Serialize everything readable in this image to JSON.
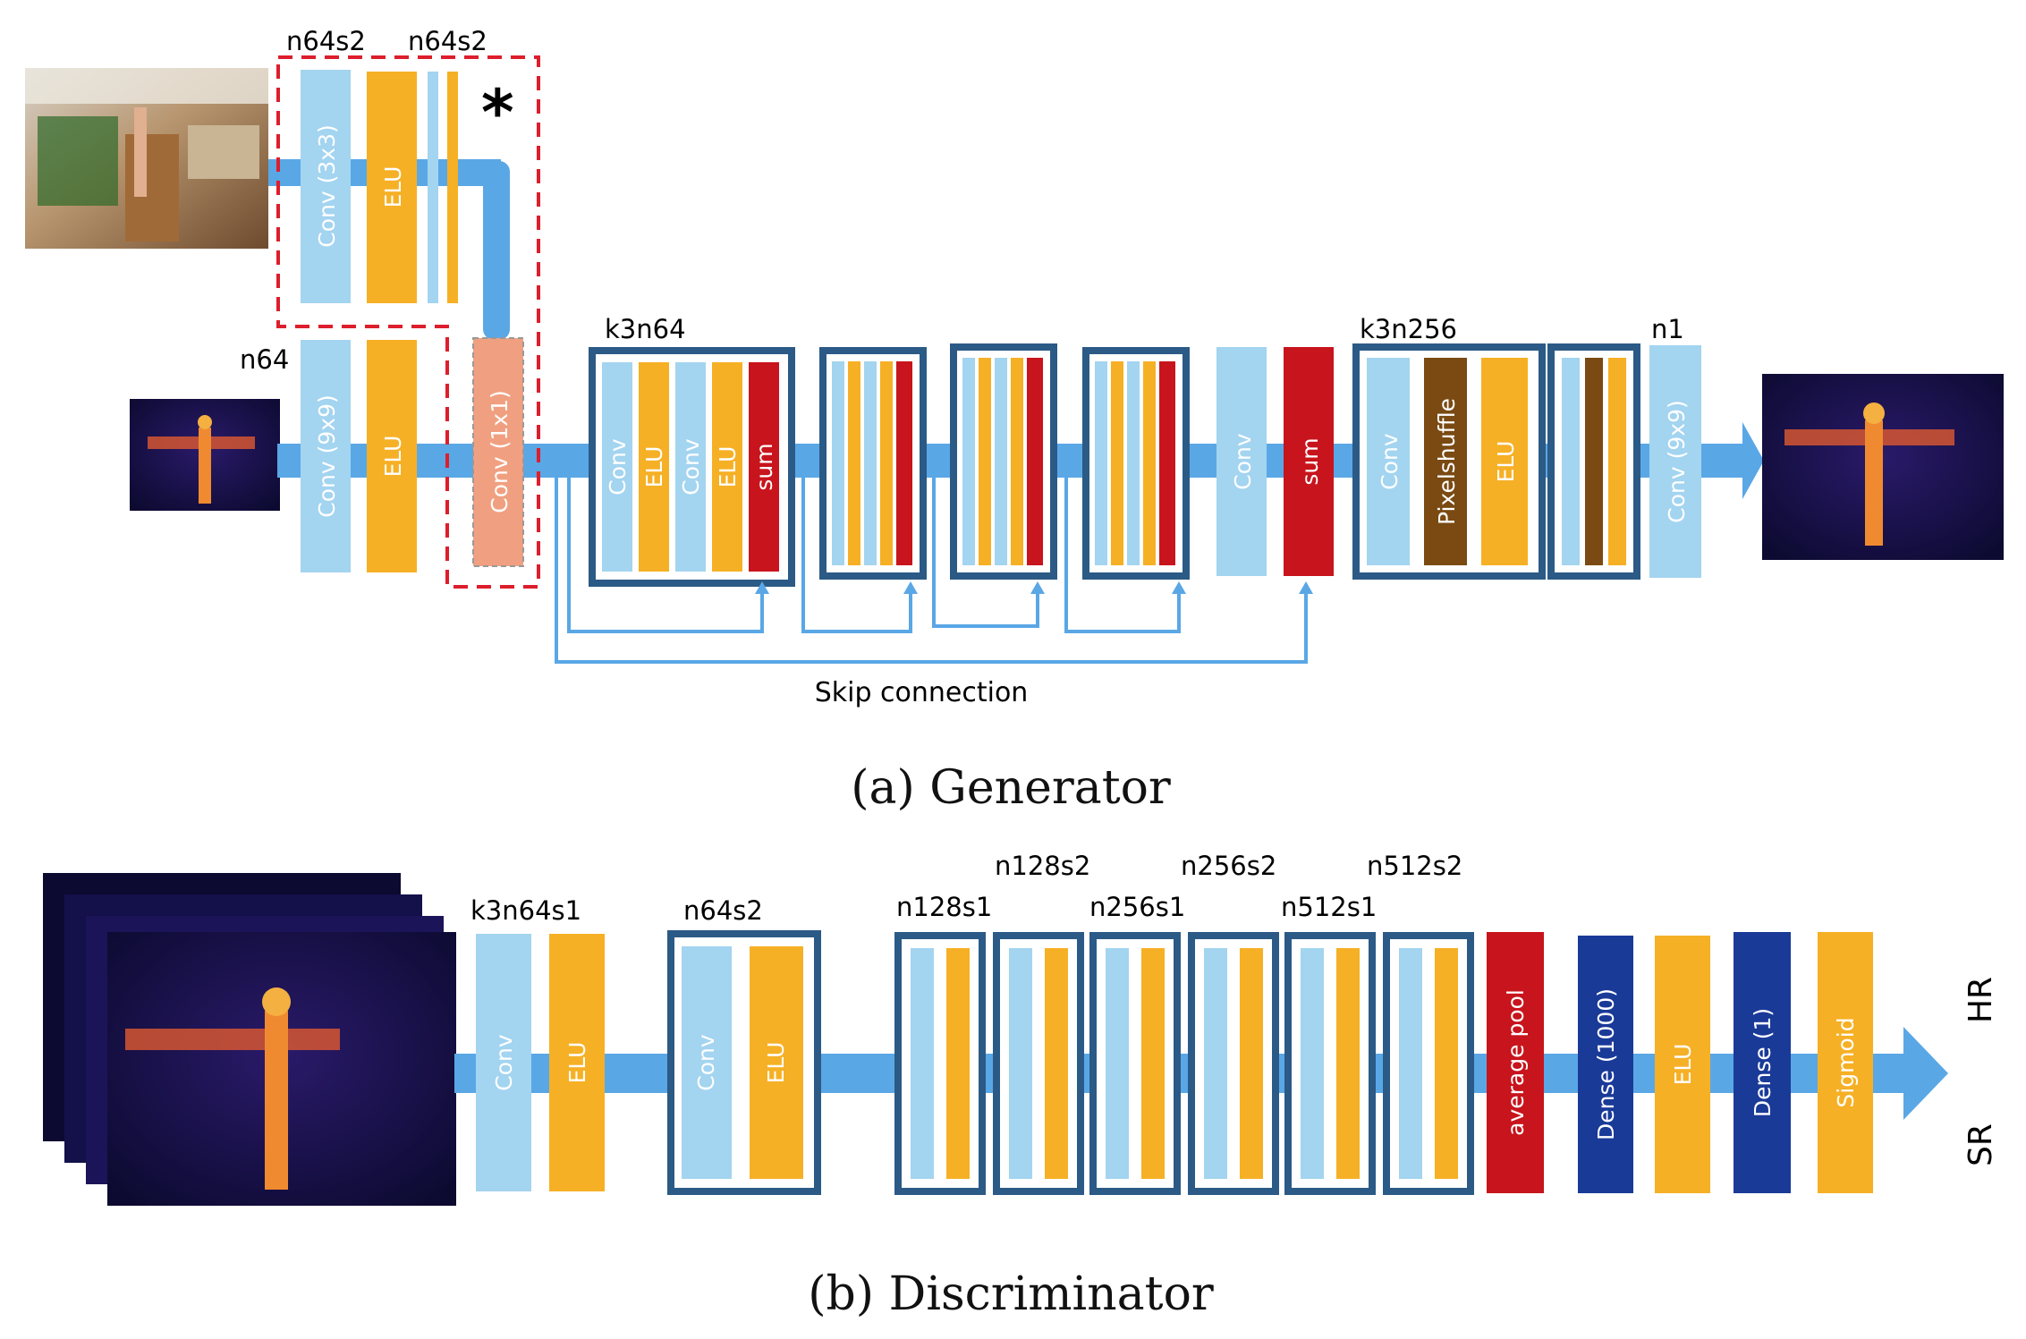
{
  "colors": {
    "conv": "#a3d4f0",
    "elu": "#f6b025",
    "sum": "#c8141c",
    "frame": "#2b5a86",
    "pipe": "#5aa7e6",
    "conv1x1": "#f0a080",
    "pixelshuffle": "#7a4a12",
    "dense": "#1a3a98",
    "dashed": "#dd1e2c"
  },
  "generator": {
    "caption": "(a) Generator",
    "labels": {
      "n64s2_a": "n64s2",
      "n64s2_b": "n64s2",
      "n64": "n64",
      "k3n64": "k3n64",
      "k3n256": "k3n256",
      "n1": "n1",
      "star": "*"
    },
    "blocks": {
      "conv3x3": "Conv (3x3)",
      "elu_top": "ELU",
      "conv9x9": "Conv (9x9)",
      "elu_in": "ELU",
      "conv1x1": "Conv (1x1)",
      "rb_conv1": "Conv",
      "rb_elu1": "ELU",
      "rb_conv2": "Conv",
      "rb_elu2": "ELU",
      "rb_sum": "sum",
      "conv_post": "Conv",
      "sum_post": "sum",
      "up_conv": "Conv",
      "pixelshuffle": "Pixelshuffle",
      "up_elu": "ELU",
      "conv9x9_out": "Conv (9x9)"
    },
    "skip_label": "Skip connection"
  },
  "discriminator": {
    "caption": "(b) Discriminator",
    "labels": {
      "k3n64s1": "k3n64s1",
      "n64s2": "n64s2",
      "n128s1": "n128s1",
      "n128s2": "n128s2",
      "n256s1": "n256s1",
      "n256s2": "n256s2",
      "n512s1": "n512s1",
      "n512s2": "n512s2"
    },
    "blocks": {
      "conv1": "Conv",
      "elu1": "ELU",
      "conv2": "Conv",
      "elu2": "ELU",
      "avgpool": "average pool",
      "dense1000": "Dense (1000)",
      "elu3": "ELU",
      "dense1": "Dense (1)",
      "sigmoid": "Sigmoid"
    },
    "outputs": {
      "hr": "HR",
      "sr": "SR"
    }
  }
}
